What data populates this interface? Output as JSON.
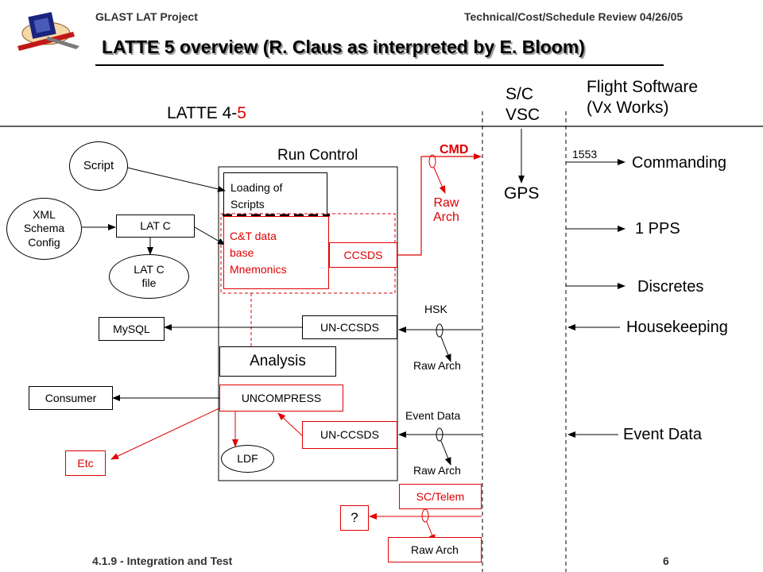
{
  "header": {
    "project": "GLAST LAT Project",
    "review": "Technical/Cost/Schedule Review 04/26/05",
    "title": "LATTE 5 overview (R. Claus as interpreted by E. Bloom)"
  },
  "footer": {
    "section": "4.1.9 - Integration and Test",
    "page": "6"
  },
  "labels": {
    "latte_prefix": "LATTE 4-",
    "latte_suffix": "5",
    "sc_vsc": "S/C\nVSC",
    "flight_software": "Flight Software\n(Vx Works)",
    "run_control": "Run Control",
    "gps": "GPS",
    "bus_1553": "1553",
    "hsk": "HSK",
    "event_data_left": "Event Data",
    "raw_arch_hsk": "Raw Arch",
    "raw_arch_event": "Raw Arch",
    "cmd": "CMD",
    "raw_arch_cmd": "Raw\nArch"
  },
  "outputs": {
    "commanding": "Commanding",
    "pps": "1 PPS",
    "discretes": "Discretes",
    "housekeeping": "Housekeeping",
    "event_data": "Event Data"
  },
  "nodes": {
    "script": "Script",
    "xml": "XML\nSchema\nConfig",
    "latc": "LAT C",
    "latc_file": "LAT C\nfile",
    "mysql": "MySQL",
    "consumer": "Consumer",
    "etc": "Etc",
    "loading": "Loading of\nScripts",
    "ct_db": "C&T data\nbase\nMnemonics",
    "ccsds": "CCSDS",
    "unccsds_top": "UN-CCSDS",
    "analysis": "Analysis",
    "uncompress": "UNCOMPRESS",
    "unccsds_bottom": "UN-CCSDS",
    "ldf": "LDF",
    "sc_telem": "SC/Telem",
    "question": "?",
    "raw_arch_bottom": "Raw Arch"
  },
  "colors": {
    "accent_red": "#e00000",
    "logo_blue": "#1a237e",
    "logo_red": "#c01818"
  }
}
